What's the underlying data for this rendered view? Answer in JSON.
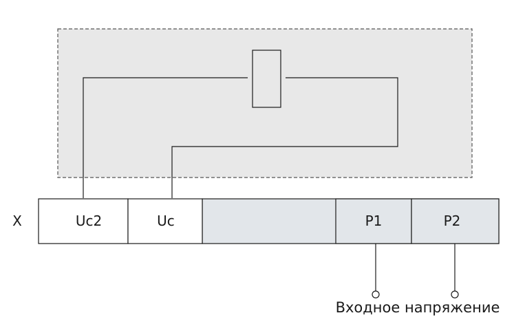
{
  "diagram": {
    "row_label": "X",
    "terminals": {
      "uc2": "Uc2",
      "uc": "Uc",
      "p1": "P1",
      "p2": "P2"
    },
    "caption": "Входное напряжение",
    "colors": {
      "enclosure_fill": "#e8e8e8",
      "enclosure_border": "#555555",
      "strip_fill": "#e2e6ea",
      "terminal_white": "#ffffff",
      "line": "#1a1a1a"
    }
  }
}
